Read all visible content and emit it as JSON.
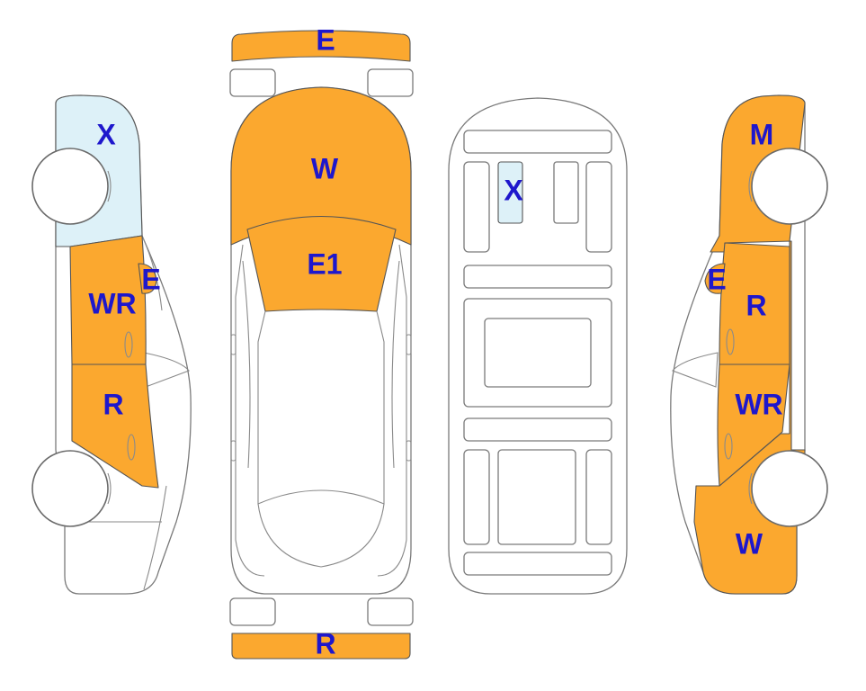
{
  "colors": {
    "damage": "#FBA82F",
    "special": "#DDF1F8",
    "label": "#1E17CC",
    "outline": "#7A7A7A"
  },
  "labels": {
    "top_bumper": "E",
    "bottom_bumper": "R",
    "hood": "W",
    "windshield": "E1",
    "roof_sunroof": "X",
    "left_fender": "X",
    "left_mirror": "E",
    "left_front_door": "WR",
    "left_rear_door": "R",
    "right_fender": "M",
    "right_mirror": "E",
    "right_front_door": "R",
    "right_rear_door": "WR",
    "right_quarter_panel": "W"
  }
}
